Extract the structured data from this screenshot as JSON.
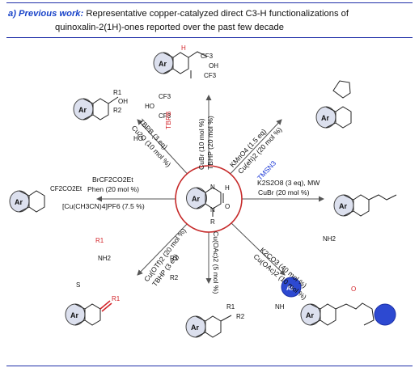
{
  "header": {
    "tag": "a) Previous work:",
    "line1": "Representative copper-catalyzed direct C3-H functionalizations of",
    "line2": "quinoxalin-2(1H)-ones reported over the past few decade"
  },
  "center": {
    "ar": "Ar",
    "n_top": "N",
    "n_bottom": "N",
    "h": "H",
    "o": "O",
    "r": "R"
  },
  "reactions": {
    "top": {
      "reagent": "TBPB",
      "cond1": "CuBr (10 mol %)",
      "cond2": "TBHP (20 mol %)"
    },
    "topleft": {
      "cond1": "TBPB (3 eq)",
      "cond2": "Cu2O (10 mol %)"
    },
    "topright": {
      "cond1": "KMnO4 (1.5 eq)",
      "cond2": "Cu(eh)2 (20 mol %)",
      "reagent": "TMSN3"
    },
    "left": {
      "reagent": "BrCF2CO2Et",
      "cond1": "Phen (20 mol %)",
      "cond2": "[Cu(CH3CN)4]PF6 (7.5 %)"
    },
    "right": {
      "cond1": "K2S2O8 (3 eq), MW",
      "cond2": "CuBr (20 mol %)"
    },
    "bottomleft": {
      "cond1": "Cu(OTf)2 (20 mol %)",
      "cond2": "TBHP (3 eq)"
    },
    "bottom": {
      "cond1": "Cu(OAc)2 (5 mol %)"
    },
    "bottomright": {
      "cond1": "K2CO3 (40 mol %)",
      "cond2": "Cu(OAc)2 (10 mol %)"
    }
  },
  "substituents": {
    "r1": "R1",
    "r2": "R2",
    "oh": "OH",
    "ho": "HO",
    "cf3": "CF3",
    "h": "H",
    "cf2co2et": "CF2CO2Et",
    "nh2": "NH2",
    "nh": "NH",
    "s": "S",
    "o": "O",
    "n": "N",
    "ar": "Ar",
    "r": "R"
  }
}
